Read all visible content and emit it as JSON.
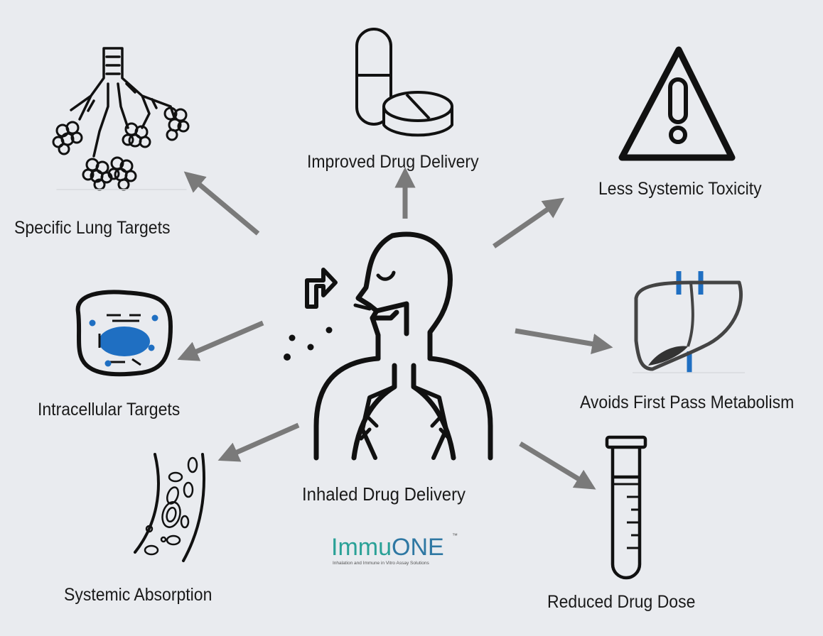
{
  "center": {
    "label": "Inhaled Drug Delivery"
  },
  "benefits": [
    {
      "id": "improved-drug-delivery",
      "label": "Improved Drug Delivery"
    },
    {
      "id": "less-systemic-toxicity",
      "label": "Less Systemic Toxicity"
    },
    {
      "id": "avoids-first-pass-metabolism",
      "label": "Avoids First Pass Metabolism"
    },
    {
      "id": "reduced-drug-dose",
      "label": "Reduced Drug Dose"
    },
    {
      "id": "systemic-absorption",
      "label": "Systemic Absorption"
    },
    {
      "id": "intracellular-targets",
      "label": "Intracellular Targets"
    },
    {
      "id": "specific-lung-targets",
      "label": "Specific Lung Targets"
    }
  ],
  "logo": {
    "name_part1": "Immu",
    "name_part2": "ONE",
    "tagline": "Inhalation and Immune in Vitro Assay Solutions",
    "trademark": "™",
    "colors": {
      "teal": "#2aa197",
      "blue": "#2f78a3"
    }
  },
  "colors": {
    "arrow": "#7a7a7a",
    "icon_stroke": "#111111",
    "accent_blue": "#1f6fc2",
    "background": "#e9ebef"
  },
  "icons": [
    "bronchi-icon",
    "capsule-tablet-icon",
    "warning-triangle-icon",
    "liver-icon",
    "test-tube-icon",
    "blood-vessel-icon",
    "cell-icon",
    "human-lungs-inhale-icon"
  ]
}
